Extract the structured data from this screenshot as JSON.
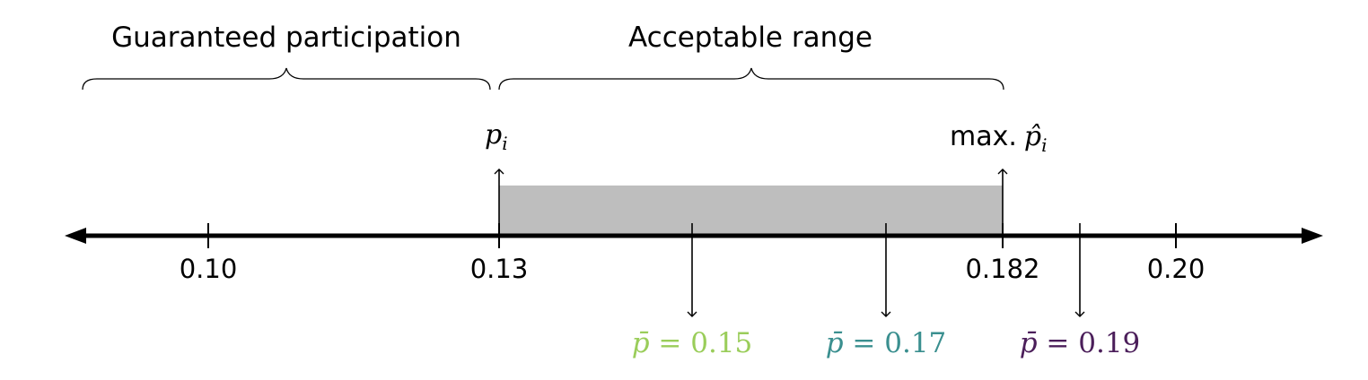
{
  "braces": {
    "left_label": "Guaranteed participation",
    "right_label": "Acceptable range"
  },
  "markers": {
    "lower_symbol": "p",
    "lower_subscript": "i",
    "upper_prefix": "max.",
    "upper_symbol": "p̂",
    "upper_subscript": "i"
  },
  "axis": {
    "ticks": [
      "0.10",
      "0.13",
      "0.182",
      "0.20"
    ]
  },
  "pbar_values": [
    {
      "symbol": "p̄",
      "equals": " = ",
      "value": "0.15",
      "color": "#9acd5a"
    },
    {
      "symbol": "p̄",
      "equals": " = ",
      "value": "0.17",
      "color": "#3a8f8f"
    },
    {
      "symbol": "p̄",
      "equals": " = ",
      "value": "0.19",
      "color": "#4b1e5a"
    }
  ],
  "colors": {
    "shaded_range": "#bebebe",
    "axis": "#000000"
  }
}
